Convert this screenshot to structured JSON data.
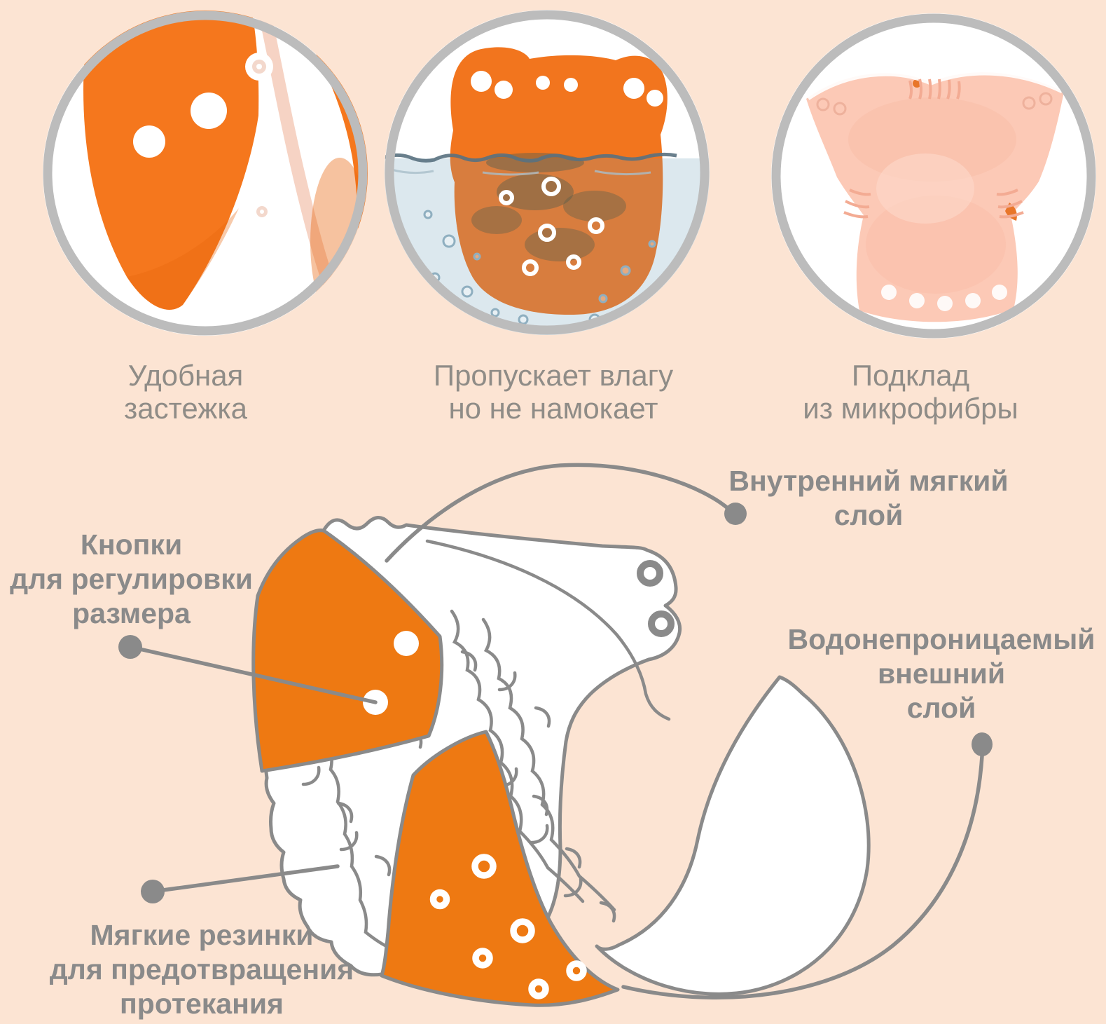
{
  "features": [
    {
      "caption_line1": "Удобная",
      "caption_line2": "застежка",
      "image": "orange-diaper-snap-buttons-closeup"
    },
    {
      "caption_line1": "Пропускает влагу",
      "caption_line2": "но не намокает",
      "image": "orange-diaper-floating-in-water"
    },
    {
      "caption_line1": "Подклад",
      "caption_line2": "из микрофибры",
      "image": "pink-microfiber-diaper-lining"
    }
  ],
  "diagram": {
    "labels": {
      "inner_layer": {
        "line1": "Внутренний мягкий",
        "line2": "слой"
      },
      "size_snaps": {
        "line1": "Кнопки",
        "line2": "для регулировки",
        "line3": "размера"
      },
      "outer_layer": {
        "line1": "Водонепроницаемый",
        "line2": "внешний",
        "line3": "слой"
      },
      "leak_elastics": {
        "line1": "Мягкие резинки",
        "line2": "для предотвращения",
        "line3": "протекания"
      }
    }
  },
  "colors": {
    "background": "#fce4d3",
    "drawing_orange": "#ee7912",
    "outline_gray": "#8a8a8a",
    "caption_gray": "#8f8c87",
    "circle_ring_gray": "#bcbcbc",
    "photo_orange": "#f5771d",
    "water_blue": "#dce8ee",
    "lining_pink": "#fcc9b6"
  }
}
